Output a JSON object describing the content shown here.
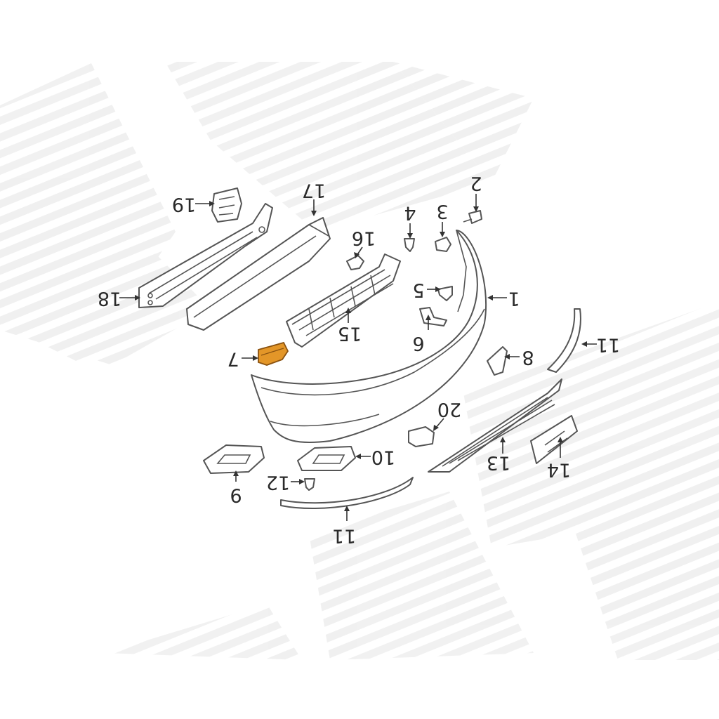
{
  "diagram": {
    "highlight_color": "#e39628",
    "line_color": "#555555",
    "watermark_color": "#f0f0f0",
    "highlighted_part": "7",
    "callouts": {
      "c1": "1",
      "c2": "2",
      "c3": "3",
      "c4": "4",
      "c5": "5",
      "c6": "6",
      "c7": "7",
      "c8": "8",
      "c9": "9",
      "c10": "10",
      "c11a": "11",
      "c11b": "11",
      "c12": "12",
      "c13": "13",
      "c14": "14",
      "c15": "15",
      "c16": "16",
      "c17": "17",
      "c18": "18",
      "c19": "19",
      "c20": "20"
    }
  }
}
